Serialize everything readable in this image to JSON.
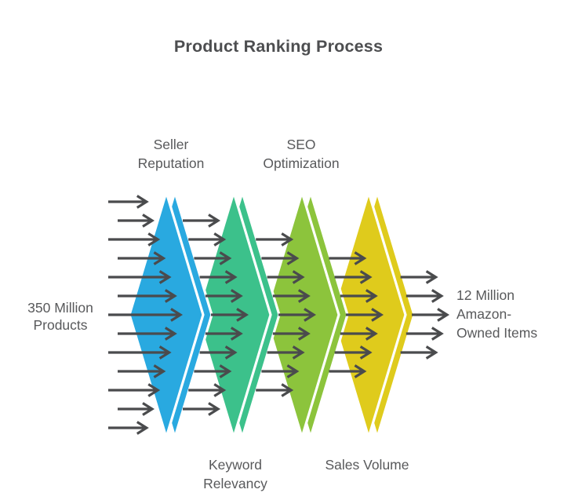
{
  "title": "Product Ranking Process",
  "colors": {
    "background": "#FFFFFF",
    "title_text": "#4D4E50",
    "label_text": "#58595B",
    "arrow": "#4A4B4D"
  },
  "input": {
    "label": "350 Million\nProducts"
  },
  "output": {
    "label": "12 Million\nAmazon-\nOwned Items"
  },
  "stages": [
    {
      "id": "seller-reputation",
      "label": "Seller\nReputation",
      "label_position": "top",
      "color": "#29A9E0"
    },
    {
      "id": "keyword-relevancy",
      "label": "Keyword\nRelevancy",
      "label_position": "bottom",
      "color": "#3CC18B"
    },
    {
      "id": "seo-optimization",
      "label": "SEO\nOptimization",
      "label_position": "top",
      "color": "#8CC43C"
    },
    {
      "id": "sales-volume",
      "label": "Sales Volume",
      "label_position": "bottom",
      "color": "#DFCB1C"
    }
  ],
  "flow": {
    "direction": "left-to-right",
    "arrows_per_column": [
      13,
      11,
      9,
      7,
      5
    ]
  }
}
